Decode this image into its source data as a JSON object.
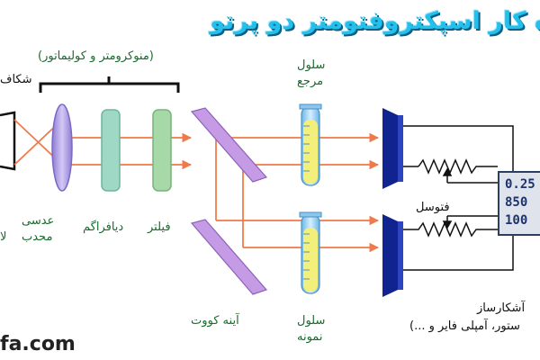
{
  "title": "ه کار اسپکتروفتومتر دو پرتو",
  "labels": {
    "source": "شکاف",
    "mono_group": "(منوکرومتر و کولیماتور)",
    "lens_line1": "عدسی",
    "lens_line2": "محدب",
    "la": "لا",
    "diaphragm": "دیافراگم",
    "filter": "فیلتر",
    "mirror": "آینه کووت",
    "ref_cell_line1": "سلول",
    "ref_cell_line2": "مرجع",
    "sample_cell_line1": "سلول",
    "sample_cell_line2": "نمونه",
    "phototube": "فتوسل",
    "detector_line1": "آشکارساز",
    "detector_line2": "ستور، آمپلی فایر و ...)"
  },
  "readout": [
    "0.25",
    "850",
    "100"
  ],
  "site": "fa.com",
  "colors": {
    "title": "#22c0ea",
    "beam": "#f07a4a",
    "lens": "#b7a6e6",
    "diaphragm": "#9fd9c5",
    "filter": "#a7d9a8",
    "mirror": "#c59be6",
    "detector": "#10238f",
    "cell_fill": "#f2f07a"
  }
}
